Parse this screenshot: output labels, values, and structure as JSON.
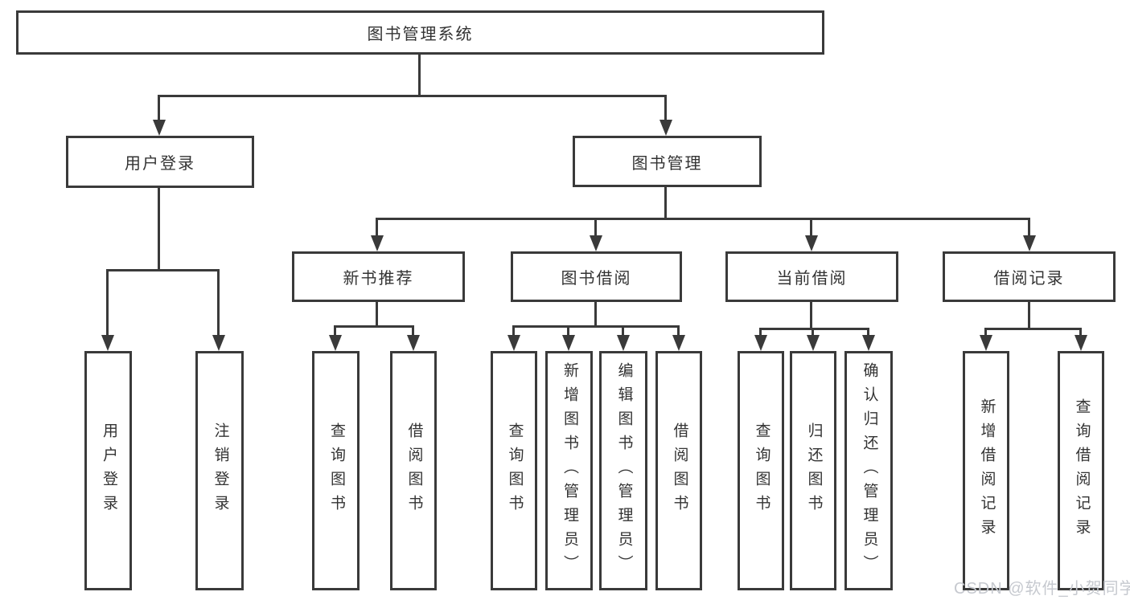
{
  "diagram": {
    "title": "图书管理系统",
    "user_login": {
      "label": "用户登录",
      "login": "用户登录",
      "logout": "注销登录"
    },
    "book_mgmt": {
      "label": "图书管理",
      "new_books": {
        "label": "新书推荐",
        "query": "查询图书",
        "borrow": "借阅图书"
      },
      "borrowing": {
        "label": "图书借阅",
        "query": "查询图书",
        "add": "新增图书（管理员）",
        "edit": "编辑图书（管理员）",
        "borrow": "借阅图书"
      },
      "current": {
        "label": "当前借阅",
        "query": "查询图书",
        "return": "归还图书",
        "confirm": "确认归还（管理员）"
      },
      "records": {
        "label": "借阅记录",
        "add": "新增借阅记录",
        "query": "查询借阅记录"
      }
    }
  },
  "watermark": {
    "text": "CSDN @软件_小贺同学"
  },
  "colors": {
    "line": "#3a3a3a",
    "text": "#333333",
    "watermark": "#c6c9cf",
    "background": "#ffffff"
  }
}
